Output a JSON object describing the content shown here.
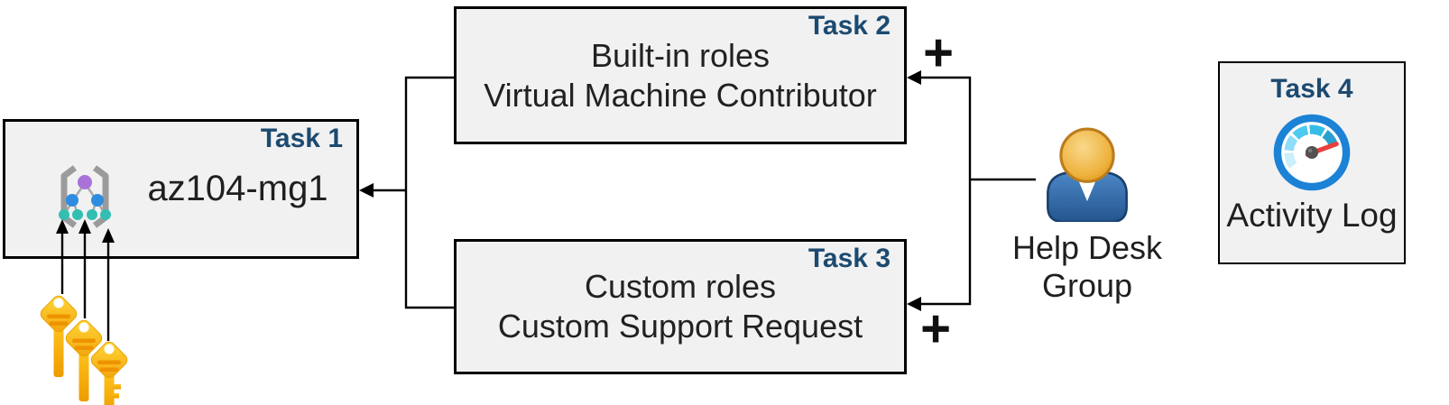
{
  "nodes": {
    "task1": {
      "label": "Task 1",
      "title": "az104-mg1",
      "icon": "management-group-icon"
    },
    "task2": {
      "label": "Task 2",
      "line1": "Built-in roles",
      "line2": "Virtual Machine Contributor"
    },
    "task3": {
      "label": "Task 3",
      "line1": "Custom roles",
      "line2": "Custom Support Request"
    },
    "task4": {
      "label": "Task 4",
      "caption": "Activity Log",
      "icon": "gauge-icon"
    },
    "help_desk_group": {
      "line1": "Help Desk",
      "line2": "Group",
      "icon": "user-icon"
    },
    "keys": {
      "icon": "keys-icon",
      "count": 3
    }
  },
  "connectors": {
    "plus_top": "+",
    "plus_bottom": "+",
    "arrows": [
      "help-desk-to-task2",
      "help-desk-to-task3",
      "roles-to-task1",
      "keys-to-task1"
    ]
  },
  "colors": {
    "task_label": "#1c4a70",
    "box_fill": "#f1f1f2",
    "box_border": "#000000",
    "body_text": "#212121",
    "key_yellow": "#ffc41e",
    "key_stripe": "#ee9300",
    "person_blue": "#2f6bad",
    "person_head": "#e8a62e",
    "gauge_ring": "#1b82d6",
    "gauge_needle": "#e8403c",
    "mg_purple": "#a872d9",
    "mg_blue": "#2e8de0",
    "mg_teal": "#32bfb2",
    "mg_bracket": "#9b9b9b"
  }
}
